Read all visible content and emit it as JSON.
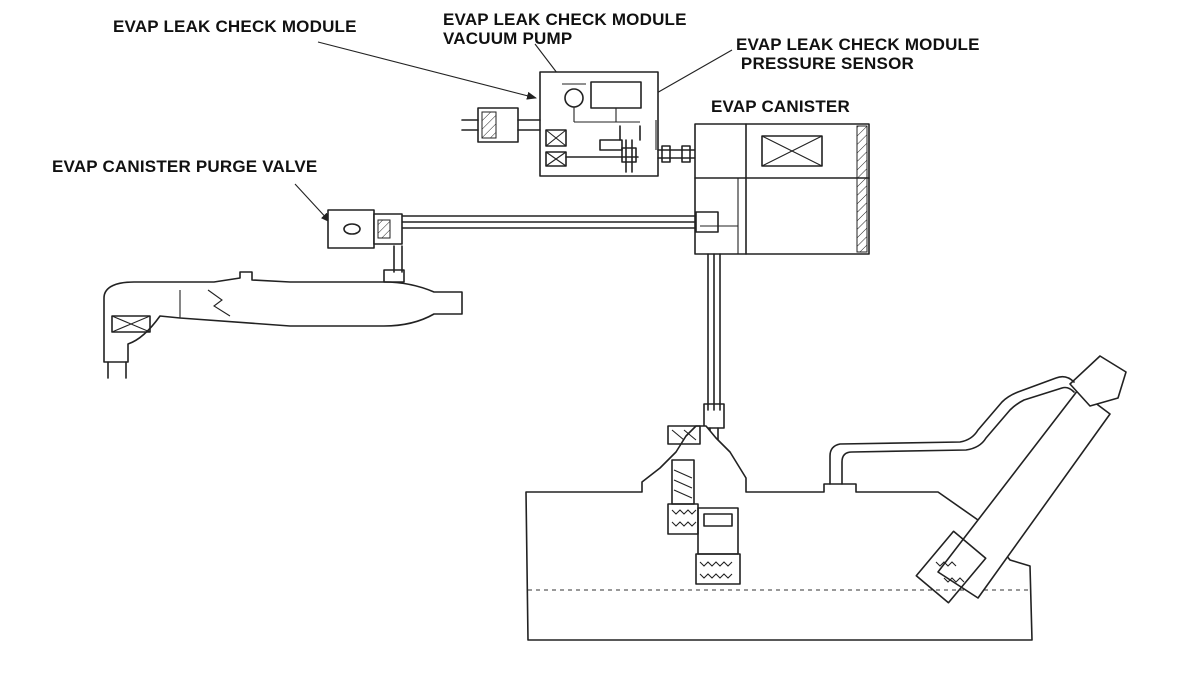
{
  "labels": {
    "leak_check_module": "EVAP LEAK CHECK MODULE",
    "vacuum_pump": "EVAP LEAK CHECK MODULE\nVACUUM PUMP",
    "pressure_sensor": "EVAP LEAK CHECK MODULE\n PRESSURE SENSOR",
    "canister": "EVAP CANISTER",
    "purge_valve": "EVAP CANISTER PURGE VALVE"
  },
  "colors": {
    "line": "#222222",
    "background": "#ffffff"
  }
}
